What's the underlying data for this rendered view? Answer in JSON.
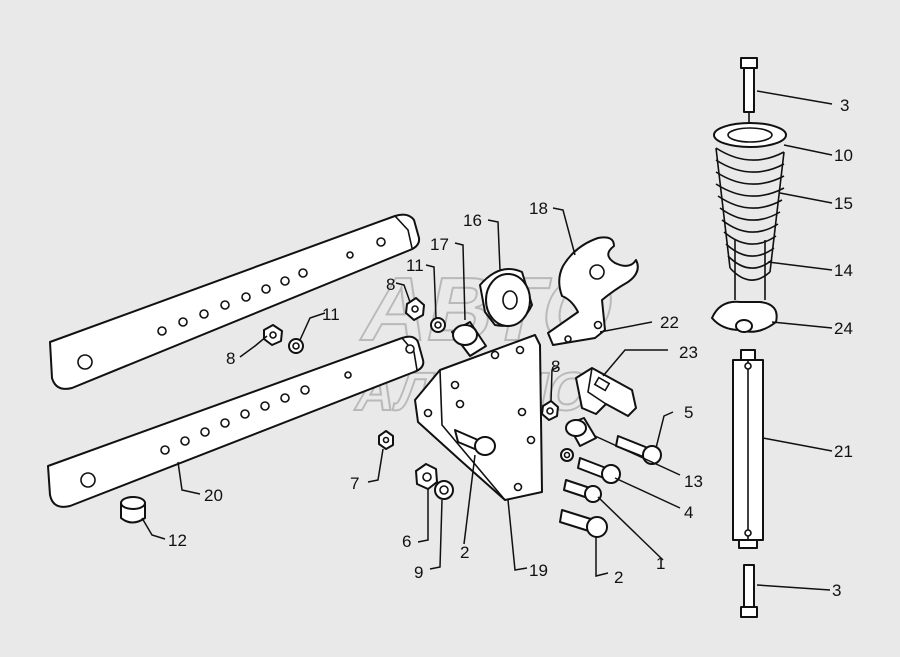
{
  "watermark": {
    "line1": "АВТО",
    "line2": "АЛЬЯНС"
  },
  "callouts": [
    {
      "key": "c3a",
      "text": "3"
    },
    {
      "key": "c10",
      "text": "10"
    },
    {
      "key": "c15",
      "text": "15"
    },
    {
      "key": "c14",
      "text": "14"
    },
    {
      "key": "c24",
      "text": "24"
    },
    {
      "key": "c21",
      "text": "21"
    },
    {
      "key": "c3b",
      "text": "3"
    },
    {
      "key": "c18",
      "text": "18"
    },
    {
      "key": "c16",
      "text": "16"
    },
    {
      "key": "c17",
      "text": "17"
    },
    {
      "key": "c11a",
      "text": "11"
    },
    {
      "key": "c8a",
      "text": "8"
    },
    {
      "key": "c8b",
      "text": "8"
    },
    {
      "key": "c11b",
      "text": "11"
    },
    {
      "key": "c22",
      "text": "22"
    },
    {
      "key": "c23",
      "text": "23"
    },
    {
      "key": "c8c",
      "text": "8"
    },
    {
      "key": "c5",
      "text": "5"
    },
    {
      "key": "c13",
      "text": "13"
    },
    {
      "key": "c4",
      "text": "4"
    },
    {
      "key": "c1",
      "text": "1"
    },
    {
      "key": "c2a",
      "text": "2"
    },
    {
      "key": "c2b",
      "text": "2"
    },
    {
      "key": "c19",
      "text": "19"
    },
    {
      "key": "c20",
      "text": "20"
    },
    {
      "key": "c12",
      "text": "12"
    },
    {
      "key": "c7",
      "text": "7"
    },
    {
      "key": "c6",
      "text": "6"
    },
    {
      "key": "c9",
      "text": "9"
    }
  ]
}
